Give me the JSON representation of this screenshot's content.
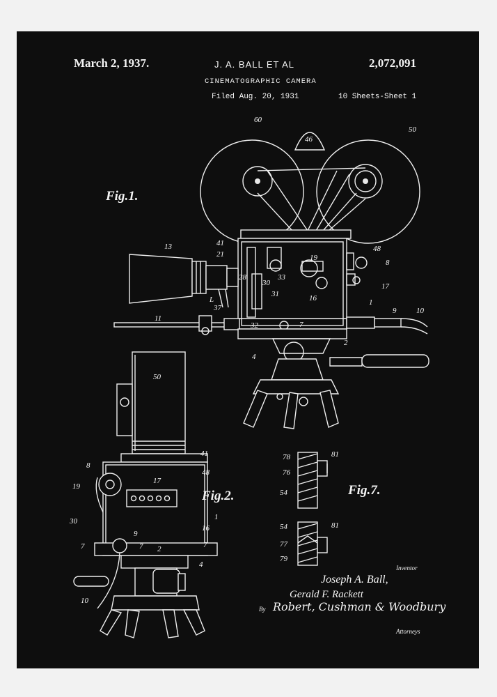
{
  "header": {
    "date": "March 2, 1937.",
    "inventors": "J. A. BALL ET AL",
    "patent_number": "2,072,091",
    "title": "CINEMATOGRAPHIC CAMERA",
    "filed": "Filed Aug. 20, 1931",
    "sheets": "10 Sheets-Sheet 1"
  },
  "figures": {
    "fig1": "Fig.1.",
    "fig2": "Fig.2.",
    "fig7": "Fig.7."
  },
  "refs_fig1": {
    "r60": "60",
    "r46": "46",
    "r50": "50",
    "r13": "13",
    "r41": "41",
    "r21": "21",
    "r48": "48",
    "r19": "19",
    "r8": "8",
    "r28": "28",
    "r30": "30",
    "r33": "33",
    "r31": "31",
    "r16": "16",
    "r17": "17",
    "r1": "1",
    "r37": "37",
    "rL": "L",
    "r11": "11",
    "r32": "32",
    "r7": "7",
    "r9": "9",
    "r10": "10",
    "r2": "2",
    "r4": "4"
  },
  "refs_fig2": {
    "r50": "50",
    "r41": "41",
    "r8": "8",
    "r48": "48",
    "r19": "19",
    "r17": "17",
    "r30": "30",
    "r16": "16",
    "r1": "1",
    "r9": "9",
    "r7a": "7",
    "r7b": "7",
    "r7c": "7",
    "r2": "2",
    "r4": "4",
    "r10": "10"
  },
  "refs_fig7": {
    "r78": "78",
    "r81a": "81",
    "r76": "76",
    "r54a": "54",
    "r54b": "54",
    "r81b": "81",
    "r77": "77",
    "r79": "79"
  },
  "signatures": {
    "inventor_label": "Inventor",
    "inventor1": "Joseph A. Ball,",
    "inventor2": "Gerald F. Rackett",
    "by": "By",
    "attorney_signature": "Robert, Cushman & Woodbury",
    "attorneys_label": "Attorneys"
  },
  "colors": {
    "background": "#0e0e0e",
    "ink": "#f4f4f4",
    "margin": "#f2f2f2"
  }
}
